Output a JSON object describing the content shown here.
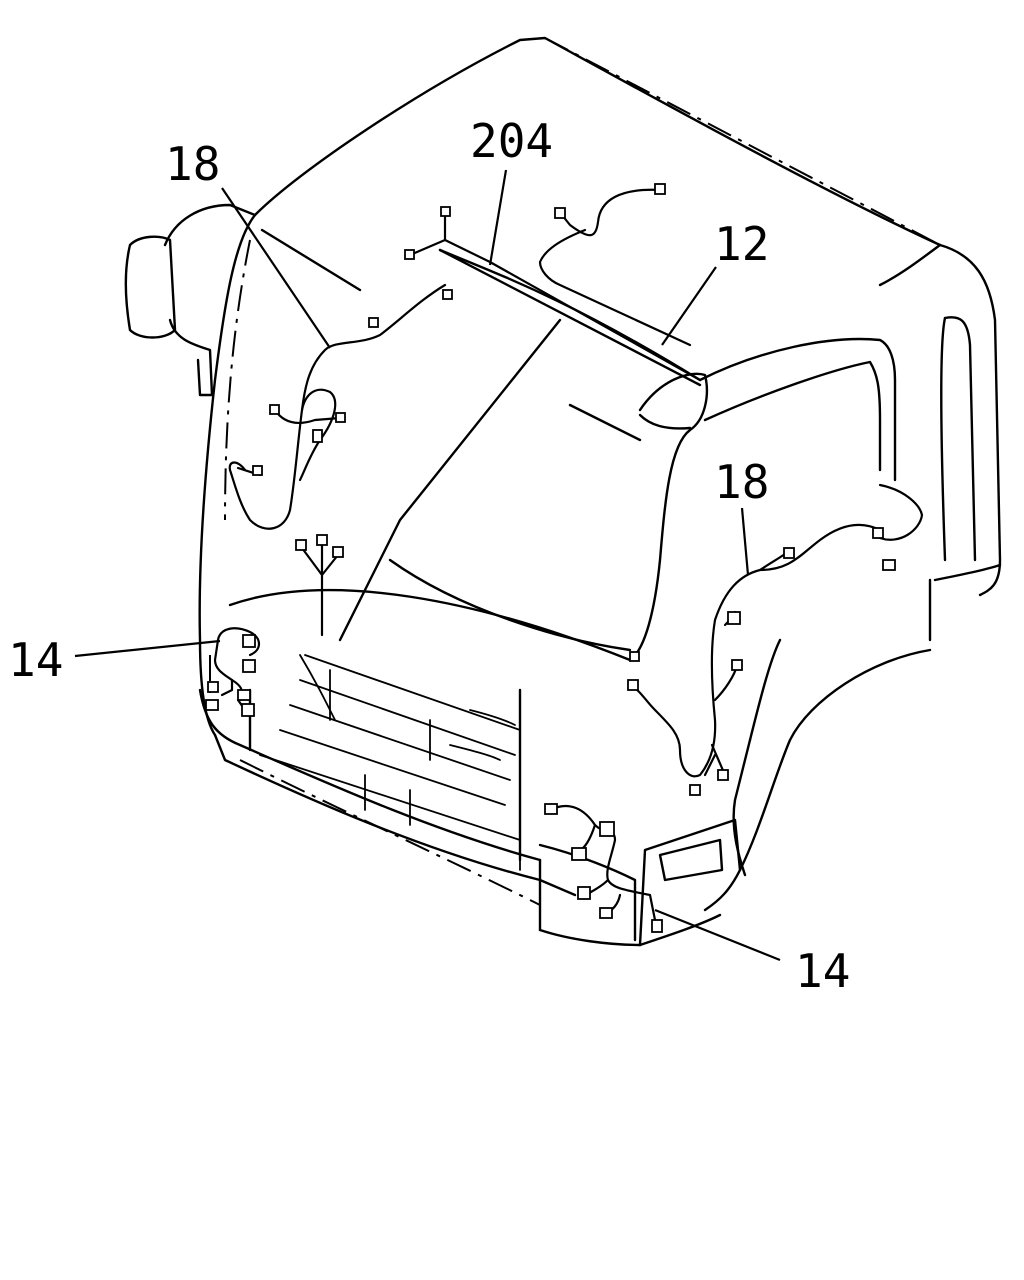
{
  "callouts": {
    "top_left_18": "18",
    "top_204": "204",
    "right_12": "12",
    "right_18": "18",
    "left_14": "14",
    "bottom_14": "14"
  },
  "colors": {
    "line": "#000000",
    "background": "#ffffff"
  }
}
